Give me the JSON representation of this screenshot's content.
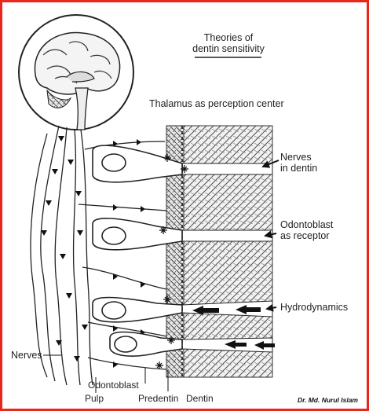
{
  "title": {
    "line1": "Theories of",
    "line2": "dentin sensitivity"
  },
  "labels": {
    "thalamus": "Thalamus as perception center",
    "nerves_in_dentin_1": "Nerves",
    "nerves_in_dentin_2": "in dentin",
    "odontoblast_receptor_1": "Odontoblast",
    "odontoblast_receptor_2": "as receptor",
    "hydrodynamics": "Hydrodynamics",
    "nerves": "Nerves",
    "odontoblast": "Odontoblast",
    "predentin": "Predentin",
    "dentin": "Dentin",
    "pulp": "Pulp"
  },
  "credit": "Dr. Md. Nurul Islam",
  "colors": {
    "border": "#e8261b",
    "ink": "#222222"
  }
}
